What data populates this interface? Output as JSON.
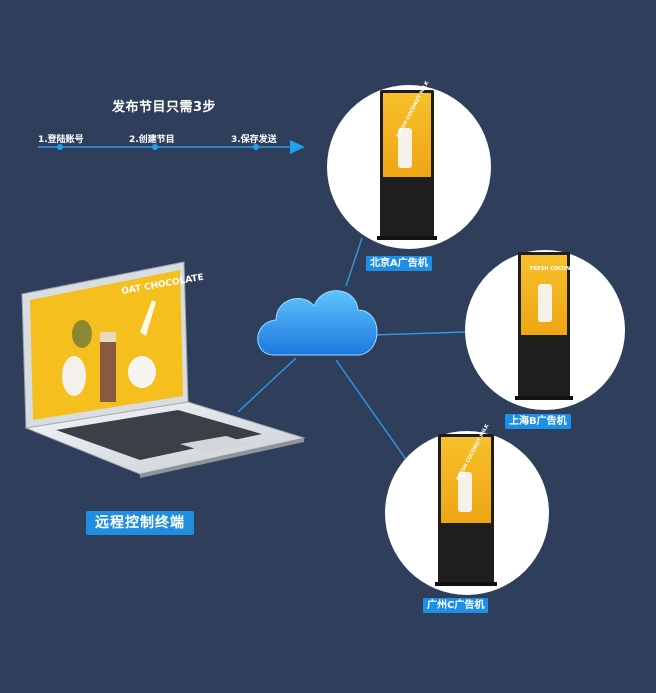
{
  "header": {
    "title": "发布节目只需3步",
    "steps": [
      {
        "label": "1.登陆账号"
      },
      {
        "label": "2.创建节目"
      },
      {
        "label": "3.保存发送"
      }
    ]
  },
  "laptop": {
    "caption": "远程控制终端",
    "screen_text": "OAT CHOCOLATE"
  },
  "kiosks": [
    {
      "label": "北京A广告机",
      "screen_text": "FRESH COCONUT MILK"
    },
    {
      "label": "上海B广告机",
      "screen_text": "FRESH COCONUT MILK"
    },
    {
      "label": "广州C广告机",
      "screen_text": "FRESH COCONUT MILK"
    }
  ],
  "colors": {
    "background": "#2f3f5b",
    "accent": "#1e8fe6",
    "screen_yellow": "#f4b51c"
  },
  "icons": {
    "cloud": "cloud-icon",
    "arrow": "arrow-right-icon"
  }
}
